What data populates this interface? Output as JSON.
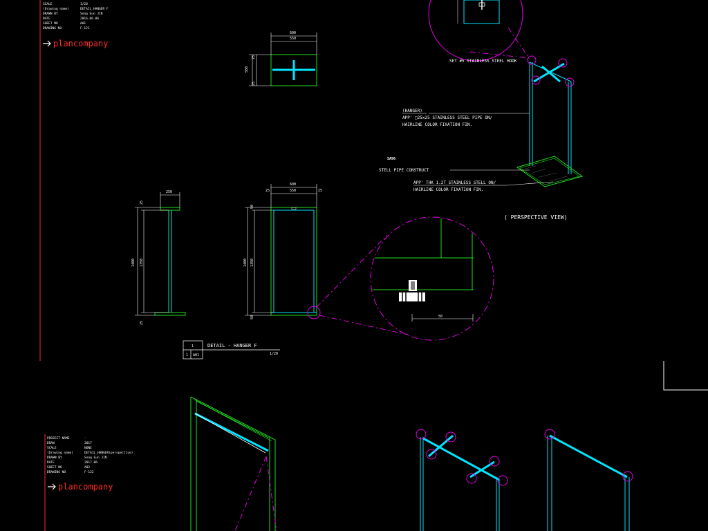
{
  "colors": {
    "background": "#000000",
    "cyan": "#00e5ff",
    "green": "#22dd22",
    "magenta": "#e600e6",
    "red": "#ff2a2a",
    "white": "#ffffff"
  },
  "title_block_top": {
    "rows": [
      {
        "label": "SCALE",
        "value": "1/20"
      },
      {
        "label": "(Drawing name)",
        "value": "DETAIL_HANGER F"
      },
      {
        "label": "DRAWN BY",
        "value": "Song Eun JIN"
      },
      {
        "label": "DATE",
        "value": "2016.06.06"
      },
      {
        "label": "SHEET NO",
        "value": "A01"
      },
      {
        "label": "DRAWING NO",
        "value": "F-121"
      }
    ],
    "company": "plancompany"
  },
  "title_block_bottom": {
    "rows": [
      {
        "label": "PROJECT NAME",
        "value": "-"
      },
      {
        "label": "DRAW",
        "value": "2017"
      },
      {
        "label": "SCALE",
        "value": "NONE"
      },
      {
        "label": "(Drawing name)",
        "value": "DETAIL_HANGER(perspective)"
      },
      {
        "label": "DRAWN BY",
        "value": "Song Eun JIN"
      },
      {
        "label": "DATE",
        "value": "2017.06"
      },
      {
        "label": "SHEET NO",
        "value": "A02"
      },
      {
        "label": "DRAWING NO",
        "value": "F-122"
      }
    ],
    "company": "plancompany"
  },
  "plan_view": {
    "overall": "600",
    "inner": "550",
    "height": "560",
    "offset_top": "25",
    "offset_bottom": "25"
  },
  "side_view": {
    "top_width": "250",
    "overall_height": "1400",
    "inner_height": "1350",
    "top_dim": "25",
    "bottom_dim": "25"
  },
  "front_view": {
    "overall": "600",
    "inner": "550",
    "left_dim": "25",
    "right_dim": "25",
    "overall_height": "1400",
    "inner_height": "1350",
    "top_dim": "50",
    "bottom_dim": "50"
  },
  "detail_callout": {
    "dimension": "50"
  },
  "detail_title": {
    "number": "1",
    "sheet": "1",
    "ref": "A01",
    "title": "DETAIL - HANGER F",
    "scale": "1/20"
  },
  "perspective": {
    "hook_note": "SET #5 STAINLESS STEEL HOOK",
    "hanger_tag": "(HANGER)",
    "hanger_line1": "APP' □25x25 STAINLESS STEEL PIPE ON/",
    "hanger_line2": "HAIRLINE COLOR FIXATION FIN.",
    "base_tag": "SA96",
    "pipe_note": "STELL PIPE CONSTRUCT",
    "base_line1": "APP' THK 1.2T STAINLESS STELL ON/",
    "base_line2": "HAIRLINE COLOR FIXATION FIN.",
    "view_title": "( PERSPECTIVE VIEW)"
  }
}
